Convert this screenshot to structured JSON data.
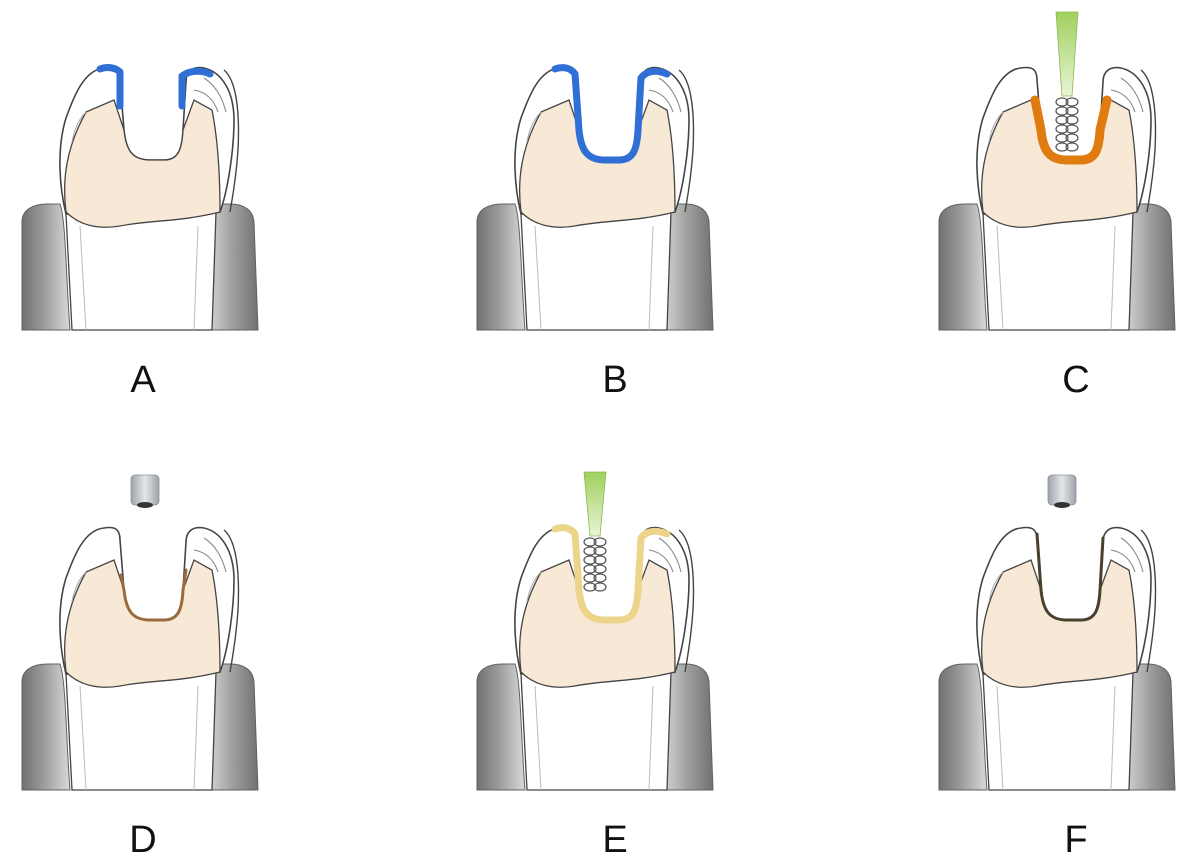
{
  "colors": {
    "background": "#ffffff",
    "outline": "#444444",
    "enamel": "#ffffff",
    "dentin": "#f8e8d6",
    "etchant_blue": "#2f6fd6",
    "primer_orange": "#e07b10",
    "primer_cured_brown": "#9a6a3c",
    "adhesive_yellow": "#ecd58a",
    "adhesive_cured_dark": "#4a4030",
    "brush_handle_green": "#a9d66b",
    "curing_light_gray": "#b8bcc2",
    "gingiva_gray": "#8a8a8a"
  },
  "panels": [
    {
      "label": "A",
      "stage": "etch-enamel",
      "cavity_coating": "enamel-margins",
      "coating_color": "etchant_blue",
      "instrument": "none"
    },
    {
      "label": "B",
      "stage": "etch-dentin",
      "cavity_coating": "full-cavity",
      "coating_color": "etchant_blue",
      "instrument": "none"
    },
    {
      "label": "C",
      "stage": "apply-primer",
      "cavity_coating": "dentin-floor",
      "coating_color": "primer_orange",
      "instrument": "microbrush-icon"
    },
    {
      "label": "D",
      "stage": "cure-primer",
      "cavity_coating": "dentin-floor-thin",
      "coating_color": "primer_cured_brown",
      "instrument": "curing-light-icon"
    },
    {
      "label": "E",
      "stage": "apply-adhesive",
      "cavity_coating": "full-cavity",
      "coating_color": "adhesive_yellow",
      "instrument": "microbrush-icon"
    },
    {
      "label": "F",
      "stage": "cure-adhesive",
      "cavity_coating": "full-cavity-thin",
      "coating_color": "adhesive_cured_dark",
      "instrument": "curing-light-icon"
    }
  ]
}
